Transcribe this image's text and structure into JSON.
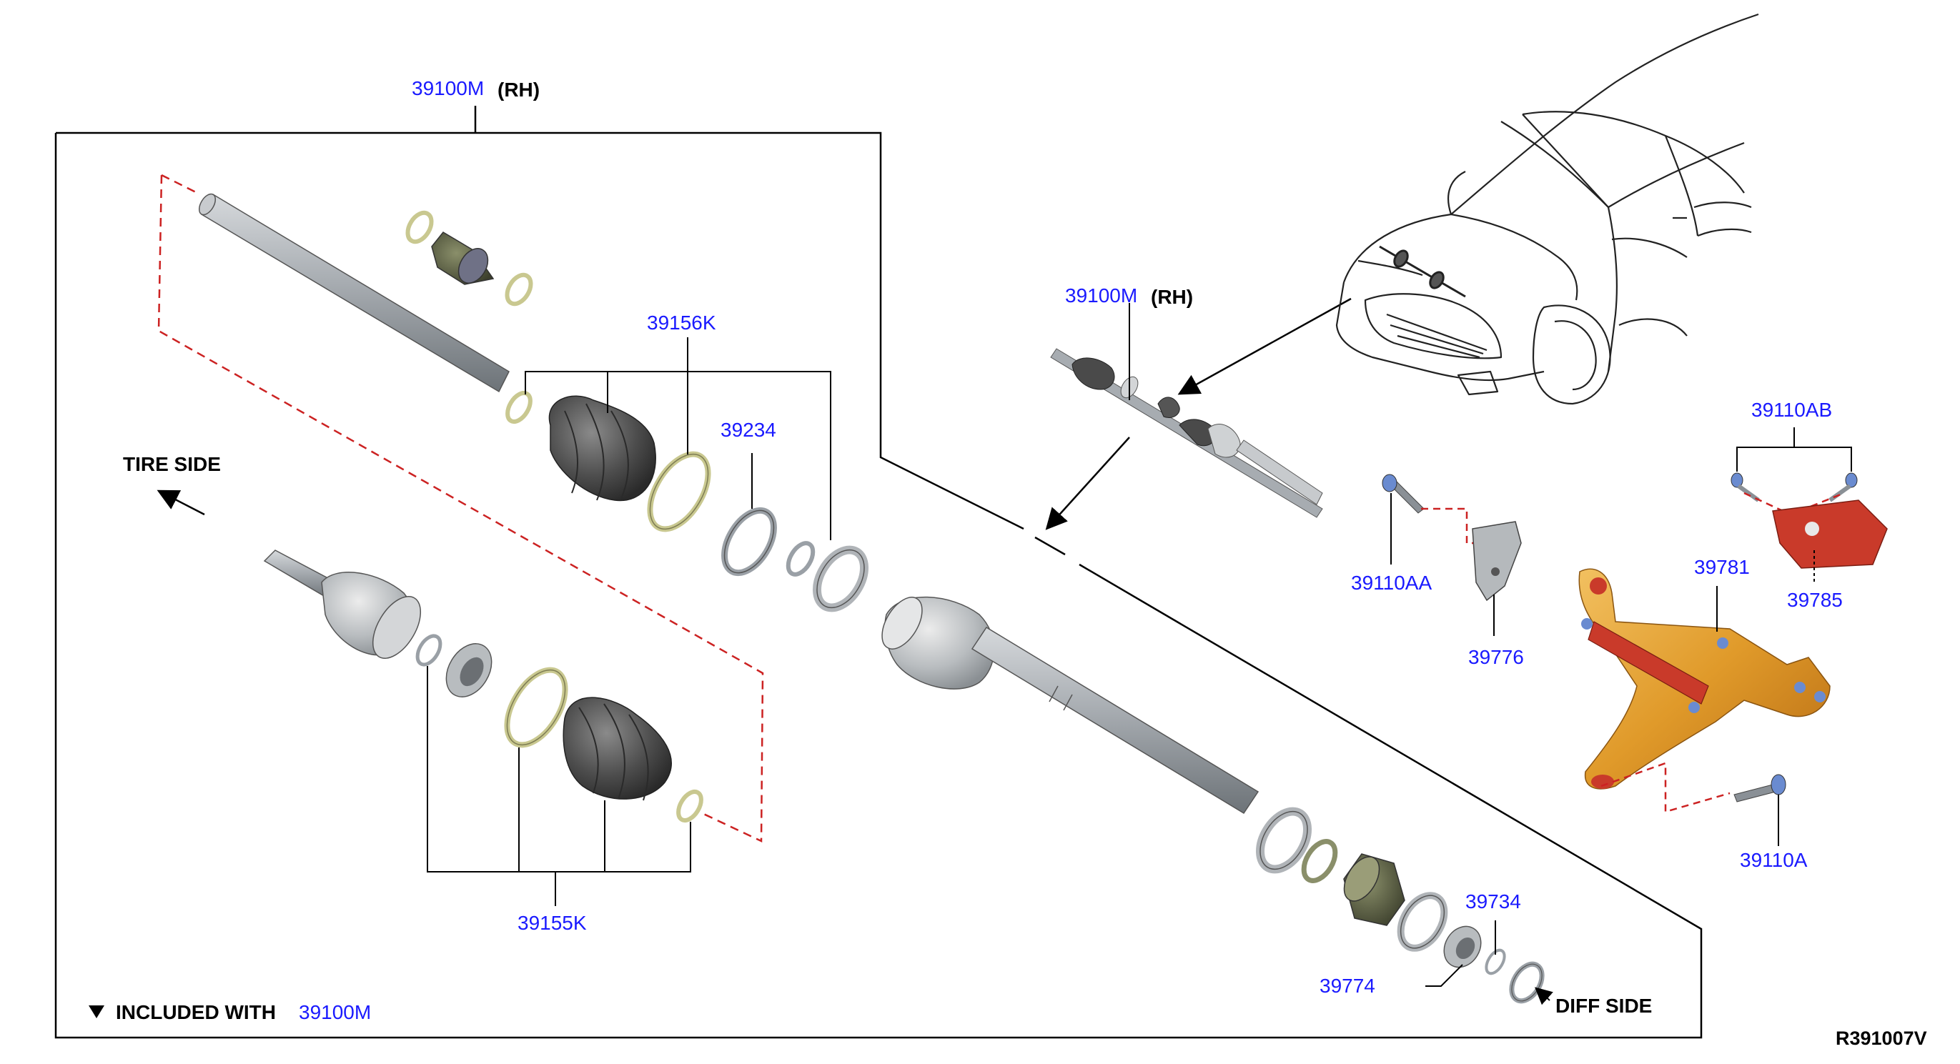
{
  "colors": {
    "part_number": "#1a1aff",
    "line": "#000000",
    "dashed": "#cc2222",
    "shaft": "#9aa0a6",
    "boot": "#555555",
    "ring": "#d8d7a6",
    "bracket": "#e0a030"
  },
  "labels": {
    "main_assembly": "39100M",
    "main_assembly_side": "(RH)",
    "overview_assembly": "39100M",
    "overview_assembly_side": "(RH)",
    "boot_kit_outer": "39156K",
    "boot_kit_inner": "39155K",
    "part_39234": "39234",
    "part_39734": "39734",
    "part_39774": "39774",
    "bolt_39110AA": "39110AA",
    "bracket_39776": "39776",
    "bolts_39110AB": "39110AB",
    "part_39785": "39785",
    "bracket_39781": "39781",
    "bolt_39110A": "39110A",
    "tire_side": "TIRE SIDE",
    "diff_side": "DIFF SIDE",
    "legend_marker": "▼",
    "legend_text": "INCLUDED WITH",
    "legend_part": "39100M",
    "diagram_ref": "R391007V"
  }
}
